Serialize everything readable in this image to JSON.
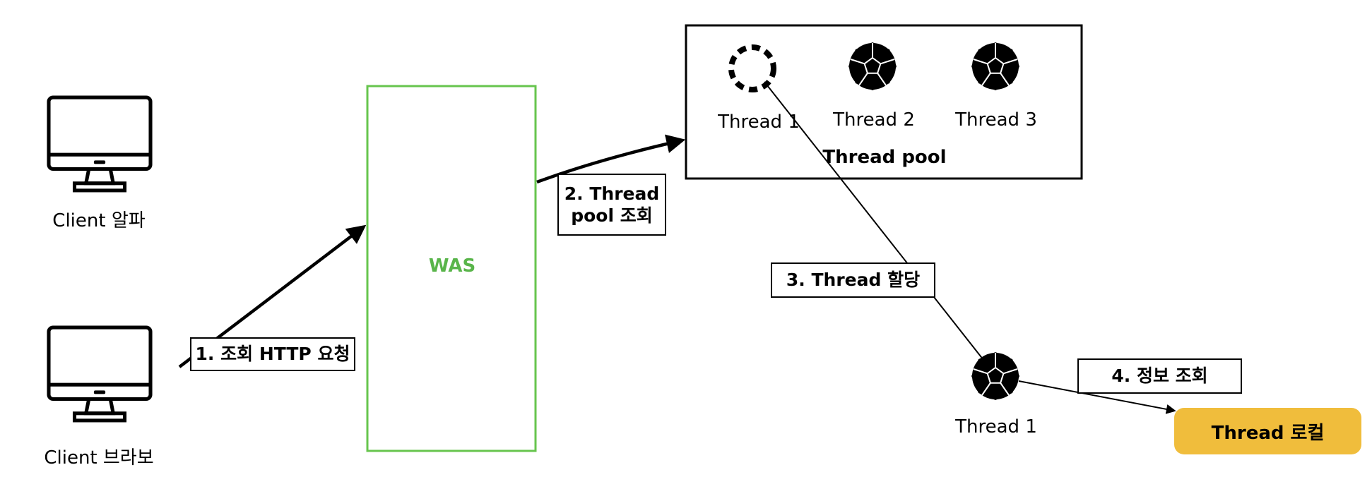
{
  "clients": [
    {
      "label": "Client 알파",
      "icon": "desktop-monitor-icon"
    },
    {
      "label": "Client 브라보",
      "icon": "desktop-monitor-icon"
    }
  ],
  "was": {
    "label": "WAS",
    "color": "#59b54a"
  },
  "thread_pool": {
    "title": "Thread pool",
    "threads": [
      {
        "label": "Thread 1",
        "state": "in-use (dashed outline)"
      },
      {
        "label": "Thread 2",
        "state": "available"
      },
      {
        "label": "Thread 3",
        "state": "available"
      }
    ]
  },
  "assigned_thread": {
    "label": "Thread 1"
  },
  "steps": {
    "step1": "1. 조회 HTTP 요청",
    "step2": "2. Thread\npool 조회",
    "step3": "3. Thread 할당",
    "step4": "4. 정보 조회"
  },
  "thread_local": {
    "label": "Thread 로컬",
    "color": "#f0bd3c"
  }
}
